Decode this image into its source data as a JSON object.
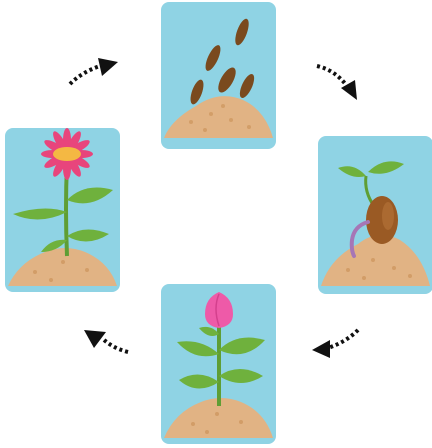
{
  "diagram": {
    "type": "plant-life-cycle",
    "stages": [
      {
        "id": "seeds",
        "icon": "seeds-in-soil-icon"
      },
      {
        "id": "germination",
        "icon": "sprouting-seed-icon"
      },
      {
        "id": "young-plant",
        "icon": "budding-plant-icon"
      },
      {
        "id": "flowering-plant",
        "icon": "blooming-flower-icon"
      }
    ],
    "arrows": [
      {
        "from": "seeds",
        "to": "germination",
        "icon": "dotted-arrow-icon"
      },
      {
        "from": "germination",
        "to": "young-plant",
        "icon": "dotted-arrow-icon"
      },
      {
        "from": "young-plant",
        "to": "flowering-plant",
        "icon": "dotted-arrow-icon"
      },
      {
        "from": "flowering-plant",
        "to": "seeds",
        "icon": "dotted-arrow-icon"
      }
    ],
    "colors": {
      "card": "#8fd3e4",
      "soil": "#e1b384",
      "seed": "#7a4a1e",
      "leaf": "#6fb13d",
      "stem": "#5f9e34",
      "bud": "#ee5aa8",
      "flower": "#e8457c",
      "flower_center": "#f4b843",
      "arrow": "#111111"
    }
  }
}
